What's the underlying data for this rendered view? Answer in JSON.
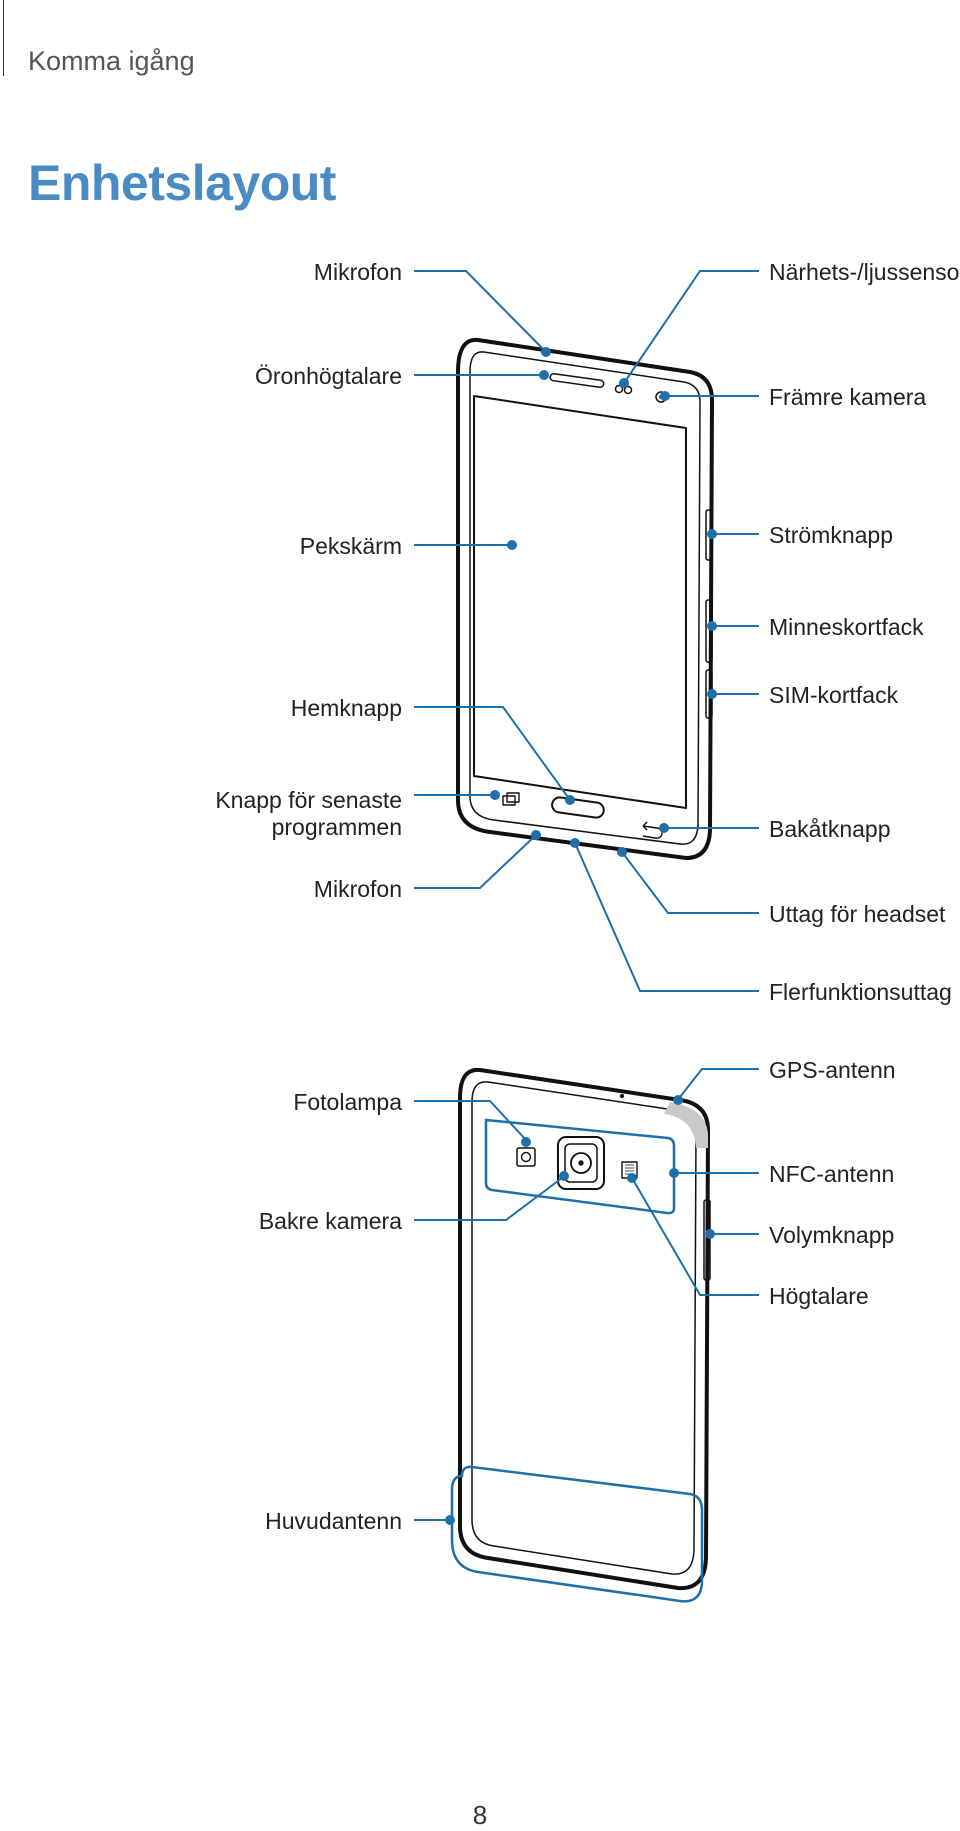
{
  "header": {
    "section": "Komma igång"
  },
  "title": "Enhetslayout",
  "front_labels": {
    "left": [
      "Mikrofon",
      "Öronhögtalare",
      "Pekskärm",
      "Hemknapp",
      "Knapp för senaste",
      "programmen",
      "Mikrofon"
    ],
    "right": [
      "Närhets-/ljussensor",
      "Främre kamera",
      "Strömknapp",
      "Minneskortfack",
      "SIM-kortfack",
      "Bakåtknapp",
      "Uttag för headset",
      "Flerfunktionsuttag"
    ]
  },
  "back_labels": {
    "left": [
      "Fotolampa",
      "Bakre kamera",
      "Huvudantenn"
    ],
    "right": [
      "GPS-antenn",
      "NFC-antenn",
      "Volymknapp",
      "Högtalare"
    ]
  },
  "footer": {
    "page_number": "8"
  },
  "colors": {
    "accent": "#4a8bc4",
    "callout": "#1f6fa8"
  }
}
